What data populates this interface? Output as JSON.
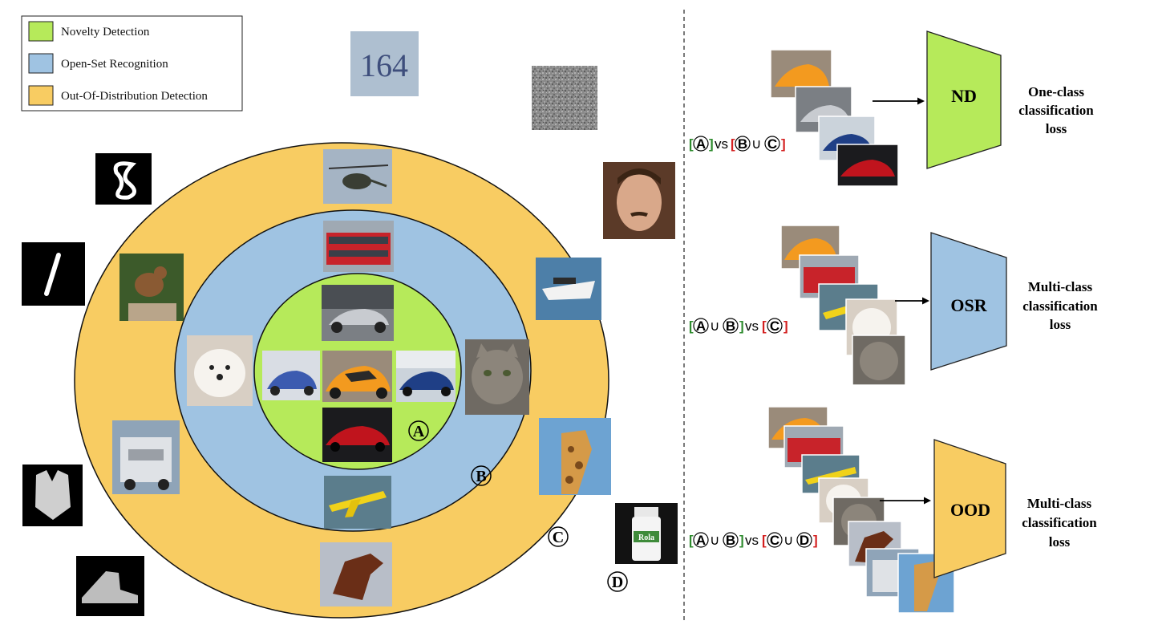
{
  "legend": {
    "items": [
      {
        "label": "Novelty Detection",
        "color": "#b6ea5a"
      },
      {
        "label": "Open-Set Recognition",
        "color": "#9fc3e2"
      },
      {
        "label": "Out-Of-Distribution Detection",
        "color": "#f8cc62"
      }
    ]
  },
  "circles": {
    "inner_label": "A",
    "middle_label": "B",
    "outer_label": "C",
    "outside_label": "D"
  },
  "image_texts": {
    "svhn_digits": "164",
    "bottle_label": "Rola"
  },
  "pipelines": [
    {
      "head": "ND",
      "color": "#b6ea5a",
      "loss_lines": [
        "One-class",
        "classification",
        "loss"
      ],
      "formula": {
        "left": [
          "A"
        ],
        "vs": "vs",
        "right": [
          "B",
          "C"
        ],
        "union": "∪"
      }
    },
    {
      "head": "OSR",
      "color": "#9fc3e2",
      "loss_lines": [
        "Multi-class",
        "classification",
        "loss"
      ],
      "formula": {
        "left": [
          "A",
          "B"
        ],
        "vs": "vs",
        "right": [
          "C"
        ],
        "union": "∪"
      }
    },
    {
      "head": "OOD",
      "color": "#f8cc62",
      "loss_lines": [
        "Multi-class",
        "classification",
        "loss"
      ],
      "formula": {
        "left": [
          "A",
          "B"
        ],
        "vs": "vs",
        "right": [
          "C",
          "D"
        ],
        "union": "∪"
      }
    }
  ],
  "colors": {
    "bracket_in": "#2e8b2e",
    "bracket_out": "#d42020",
    "divider": "#333333"
  }
}
